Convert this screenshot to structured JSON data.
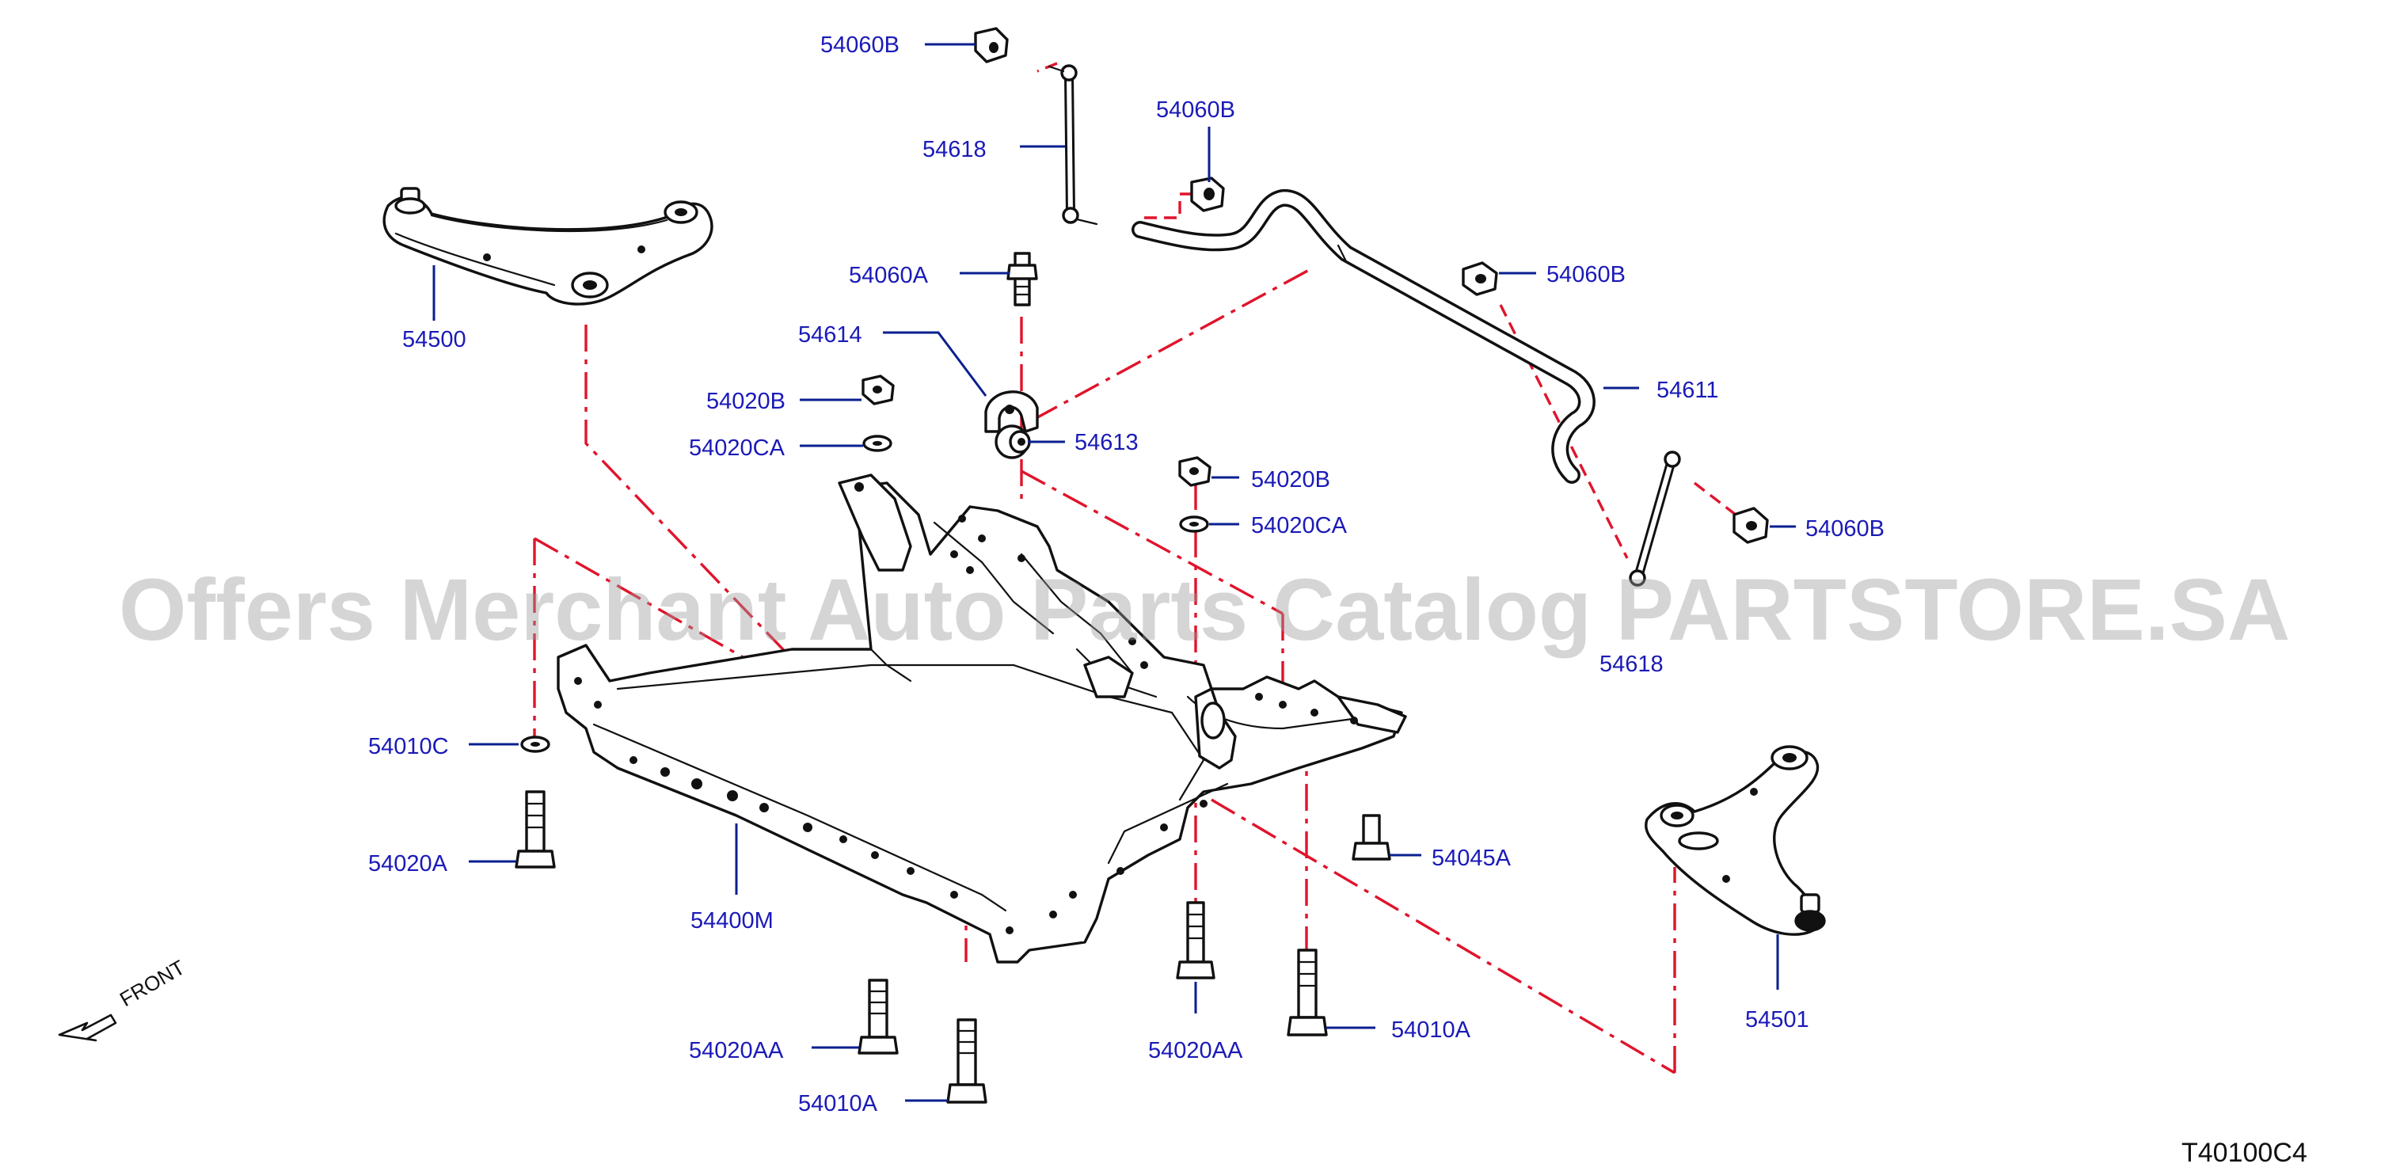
{
  "diagram": {
    "code": "T40100C4",
    "front_label": "FRONT",
    "watermark": "Offers Merchant Auto Parts Catalog PARTSTORE.SA",
    "colors": {
      "label": "#1a1ab8",
      "leader": "#0a1f8f",
      "alignment": "#e0142b",
      "line": "#111111"
    },
    "callouts": [
      "54060B",
      "54618",
      "54060B",
      "54060A",
      "54614",
      "54613",
      "54020B",
      "54020CA",
      "54020B",
      "54020CA",
      "54060B",
      "54611",
      "54060B",
      "54618",
      "54500",
      "54010C",
      "54020A",
      "54400M",
      "54045A",
      "54501",
      "54020AA",
      "54010A",
      "54020AA",
      "54010A"
    ]
  }
}
